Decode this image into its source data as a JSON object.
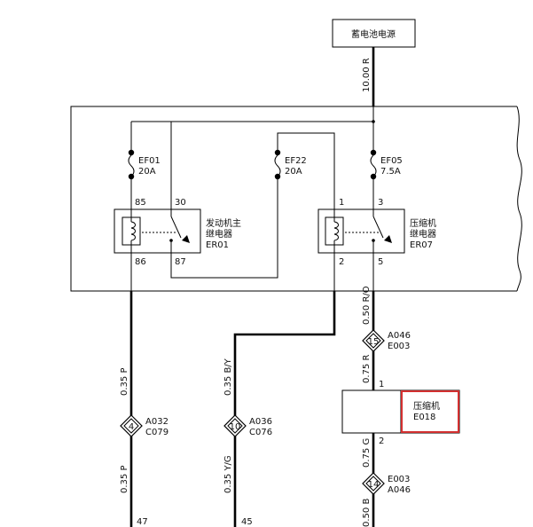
{
  "power": {
    "label": "蓄电池电源",
    "wire": "10.00 R"
  },
  "fuses": [
    {
      "id": "EF01",
      "rating": "20A"
    },
    {
      "id": "EF22",
      "rating": "20A"
    },
    {
      "id": "EF05",
      "rating": "7.5A"
    }
  ],
  "relay_main": {
    "pins": {
      "p85": "85",
      "p30": "30",
      "p86": "86",
      "p87": "87"
    },
    "name_line1": "发动机主",
    "name_line2": "继电器",
    "code": "ER01"
  },
  "relay_comp": {
    "pins": {
      "p1": "1",
      "p3": "3",
      "p2": "2",
      "p5": "5"
    },
    "name_line1": "压缩机",
    "name_line2": "继电器",
    "code": "ER07"
  },
  "wires": {
    "left_top": "0.35 P",
    "left_bottom": "0.35 P",
    "mid_top": "0.35 B/Y",
    "mid_bottom": "0.35 Y/G",
    "right_top": "0.50 R/O",
    "right_mid": "0.75 R",
    "right_low": "0.75 G",
    "right_bottom": "0.50 B"
  },
  "connectors": {
    "c4": {
      "pin": "4",
      "line1": "A032",
      "line2": "C079"
    },
    "c10": {
      "pin": "10",
      "line1": "A036",
      "line2": "C076"
    },
    "c15": {
      "pin": "15",
      "line1": "A046",
      "line2": "E003"
    },
    "c14": {
      "pin": "14",
      "line1": "E003",
      "line2": "A046"
    }
  },
  "compressor": {
    "pin_top": "1",
    "pin_bottom": "2",
    "name": "压缩机",
    "code": "E018"
  },
  "bottom_pins": {
    "left": "47",
    "mid": "45"
  },
  "colors": {
    "line": "#000000",
    "highlight": "#d32f2f"
  }
}
